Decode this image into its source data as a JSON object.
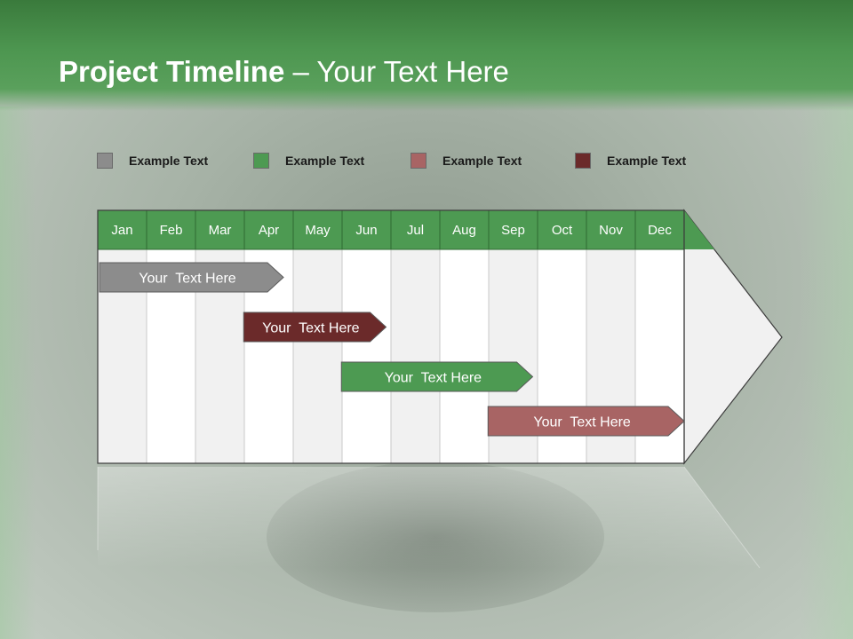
{
  "header": {
    "title_bold": "Project Timeline",
    "title_rest": " – Your Text Here"
  },
  "legend": [
    {
      "label": "Example Text",
      "color": "#8c8c8c"
    },
    {
      "label": "Example Text",
      "color": "#4d9a52"
    },
    {
      "label": "Example Text",
      "color": "#a86464"
    },
    {
      "label": "Example Text",
      "color": "#6b2a2a"
    }
  ],
  "timeline": {
    "months": [
      "Jan",
      "Feb",
      "Mar",
      "Apr",
      "May",
      "Jun",
      "Jul",
      "Aug",
      "Sep",
      "Oct",
      "Nov",
      "Dec"
    ],
    "header_color": "#4d9a52",
    "bars": [
      {
        "label": "Your  Text Here",
        "start": 0.0,
        "end": 3.8,
        "color": "#8c8c8c"
      },
      {
        "label": "Your  Text Here",
        "start": 2.95,
        "end": 5.9,
        "color": "#6b2a2a"
      },
      {
        "label": "Your  Text Here",
        "start": 4.95,
        "end": 8.9,
        "color": "#4d9a52"
      },
      {
        "label": "Your  Text Here",
        "start": 7.95,
        "end": 12.0,
        "color": "#a86464"
      }
    ]
  }
}
